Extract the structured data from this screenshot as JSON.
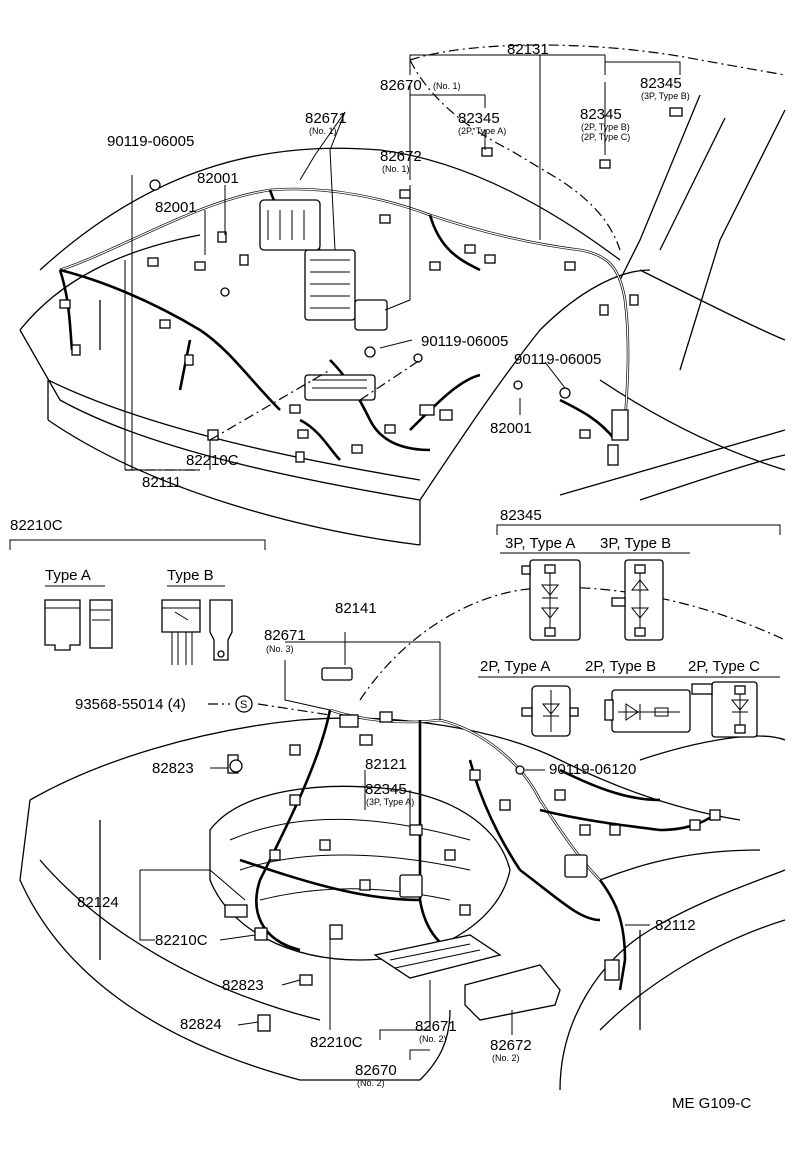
{
  "drawing_code": "ME G109-C",
  "callouts": [
    {
      "id": "p82131",
      "text": "82131"
    },
    {
      "id": "p82670_1",
      "text": "82670",
      "sub": "(No. 1)"
    },
    {
      "id": "p82345_b_top",
      "text": "82345",
      "sub": "(3P, Type B)"
    },
    {
      "id": "p82671_1",
      "text": "82671",
      "sub": "(No. 1)"
    },
    {
      "id": "p82345_a_top",
      "text": "82345",
      "sub": "(2P, Type A)"
    },
    {
      "id": "p82345_bc",
      "text": "82345",
      "sub": "(2P, Type B)",
      "sub2": "(2P, Type C)"
    },
    {
      "id": "p90119_06005_a",
      "text": "90119-06005"
    },
    {
      "id": "p82672_1",
      "text": "82672",
      "sub": "(No. 1)"
    },
    {
      "id": "p82001_a",
      "text": "82001"
    },
    {
      "id": "p82001_b",
      "text": "82001"
    },
    {
      "id": "p90119_06005_b",
      "text": "90119-06005"
    },
    {
      "id": "p90119_06005_c",
      "text": "90119-06005"
    },
    {
      "id": "p82001_c",
      "text": "82001"
    },
    {
      "id": "p82210c_top",
      "text": "82210C"
    },
    {
      "id": "p82111",
      "text": "82111"
    },
    {
      "id": "p82141",
      "text": "82141"
    },
    {
      "id": "p82671_3",
      "text": "82671",
      "sub": "(No. 3)"
    },
    {
      "id": "p93568",
      "text": "93568-55014 (4)"
    },
    {
      "id": "p82823_a",
      "text": "82823"
    },
    {
      "id": "p90119_06120",
      "text": "90119-06120"
    },
    {
      "id": "p82121",
      "text": "82121"
    },
    {
      "id": "p82345_a_mid",
      "text": "82345",
      "sub": "(3P, Type A)"
    },
    {
      "id": "p82124",
      "text": "82124"
    },
    {
      "id": "p82112",
      "text": "82112"
    },
    {
      "id": "p82210c_a",
      "text": "82210C"
    },
    {
      "id": "p82823_b",
      "text": "82823"
    },
    {
      "id": "p82824",
      "text": "82824"
    },
    {
      "id": "p82210c_b",
      "text": "82210C"
    },
    {
      "id": "p82671_2",
      "text": "82671",
      "sub": "(No. 2)"
    },
    {
      "id": "p82672_2",
      "text": "82672",
      "sub": "(No. 2)"
    },
    {
      "id": "p82670_2",
      "text": "82670",
      "sub": "(No. 2)"
    }
  ],
  "fuse_panel": {
    "title": "82210C",
    "type_a": "Type A",
    "type_b": "Type B"
  },
  "connector_panel": {
    "title": "82345",
    "r1": [
      "3P, Type A",
      "3P, Type B"
    ],
    "r2": [
      "2P, Type A",
      "2P, Type B",
      "2P, Type C"
    ]
  },
  "screw_symbol": "S"
}
